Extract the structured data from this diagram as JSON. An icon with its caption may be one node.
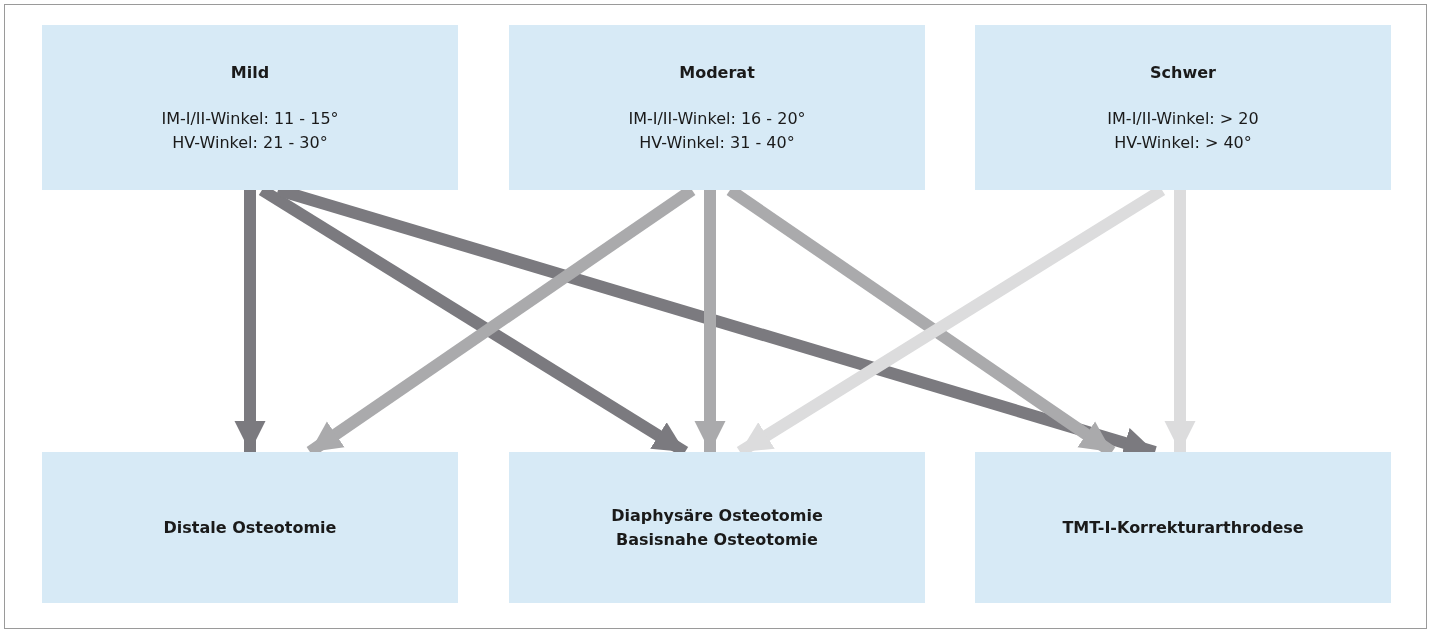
{
  "diagram": {
    "nodes": [
      {
        "text": [
          "Mild",
          "IM-I/II-Winkel: 11 - 15°",
          "HV-Winkel: 21 - 30°"
        ]
      },
      {
        "text": [
          "Moderat",
          "IM-I/II-Winkel: 16 - 20°",
          "HV-Winkel: 31 - 40°"
        ]
      },
      {
        "text": [
          "Schwer",
          "IM-I/II-Winkel: > 20",
          "HV-Winkel: > 40°"
        ]
      },
      {
        "text": [
          "Distale Osteotomie"
        ]
      },
      {
        "text": [
          "Diaphysäre Osteotomie",
          "Basisnahe Osteotomie"
        ]
      },
      {
        "text": [
          "TMT-I-Korrekturarthrodese"
        ]
      }
    ],
    "edges": [
      {
        "from": 0,
        "to": 3,
        "arrow": "to",
        "color": "#7b7a7f"
      },
      {
        "from": 0,
        "to": 4,
        "arrow": "to",
        "color": "#7b7a7f"
      },
      {
        "from": 0,
        "to": 5,
        "arrow": "to",
        "color": "#7b7a7f"
      },
      {
        "from": 1,
        "to": 3,
        "arrow": "to",
        "color": "#aaaaac"
      },
      {
        "from": 1,
        "to": 4,
        "arrow": "to",
        "color": "#aaaaac"
      },
      {
        "from": 1,
        "to": 5,
        "arrow": "to",
        "color": "#aaaaac"
      },
      {
        "from": 2,
        "to": 4,
        "arrow": "to",
        "color": "#dcdcdd"
      },
      {
        "from": 2,
        "to": 5,
        "arrow": "to",
        "color": "#dcdcdd"
      }
    ]
  }
}
